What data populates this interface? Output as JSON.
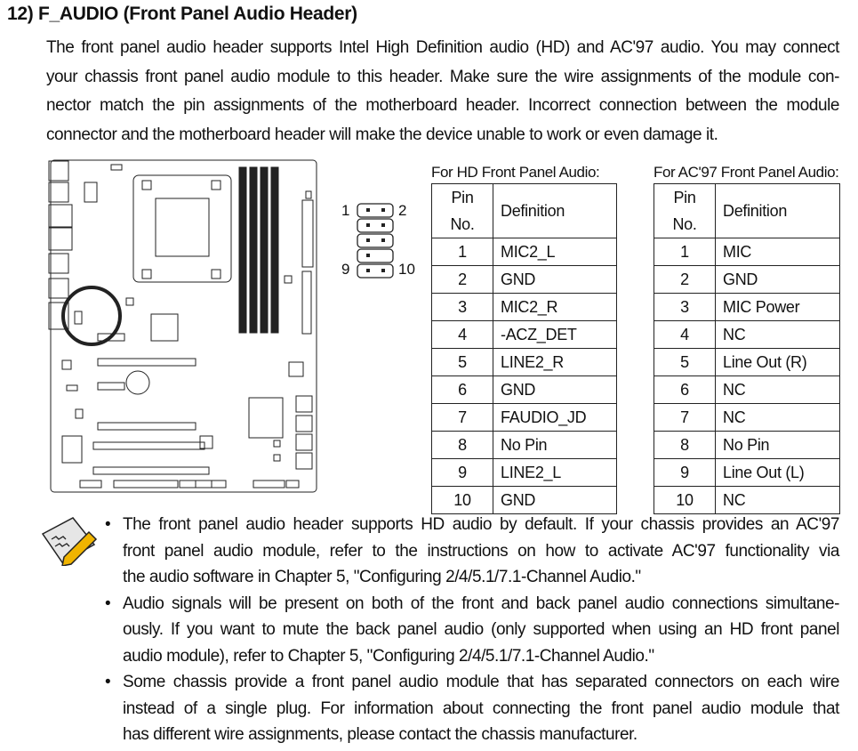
{
  "title": "12)  F_AUDIO (Front Panel Audio Header)",
  "intro_lines": [
    "The front panel audio header supports Intel High Definition audio (HD) and AC'97 audio. You may connect",
    "your chassis front panel audio module to this header. Make sure the wire assignments of the module con-",
    "nector match the pin assignments of the motherboard header. Incorrect connection between the module",
    "connector and the motherboard header will make the device unable to work or even damage it."
  ],
  "header_pins": {
    "top_left": "1",
    "top_right": "2",
    "bottom_left": "9",
    "bottom_right": "10"
  },
  "hd_table": {
    "caption": "For HD Front Panel Audio:",
    "headers": [
      "Pin No.",
      "Definition"
    ],
    "rows": [
      [
        "1",
        "MIC2_L"
      ],
      [
        "2",
        "GND"
      ],
      [
        "3",
        "MIC2_R"
      ],
      [
        "4",
        "-ACZ_DET"
      ],
      [
        "5",
        "LINE2_R"
      ],
      [
        "6",
        "GND"
      ],
      [
        "7",
        "FAUDIO_JD"
      ],
      [
        "8",
        "No Pin"
      ],
      [
        "9",
        "LINE2_L"
      ],
      [
        "10",
        "GND"
      ]
    ]
  },
  "ac97_table": {
    "caption": "For AC'97 Front Panel Audio:",
    "headers": [
      "Pin No.",
      "Definition"
    ],
    "rows": [
      [
        "1",
        "MIC"
      ],
      [
        "2",
        "GND"
      ],
      [
        "3",
        "MIC Power"
      ],
      [
        "4",
        "NC"
      ],
      [
        "5",
        "Line Out (R)"
      ],
      [
        "6",
        "NC"
      ],
      [
        "7",
        "NC"
      ],
      [
        "8",
        "No Pin"
      ],
      [
        "9",
        "Line Out (L)"
      ],
      [
        "10",
        "NC"
      ]
    ]
  },
  "notes": [
    {
      "bullet": "•",
      "lines": [
        "The front panel audio header supports HD audio by default. If your chassis provides an AC'97",
        "front panel audio module, refer to the instructions on how to activate AC'97 functionality via",
        "the audio software in Chapter 5, \"Configuring 2/4/5.1/7.1-Channel Audio.\""
      ]
    },
    {
      "bullet": "•",
      "lines": [
        "Audio signals will be present on both of the front and back panel audio connections simultane-",
        "ously. If you want to mute the back panel audio (only supported when using an HD front panel",
        "audio module), refer to Chapter 5, \"Configuring 2/4/5.1/7.1-Channel Audio.\""
      ]
    },
    {
      "bullet": "•",
      "lines": [
        "Some chassis provide a front panel audio module that has separated connectors on each wire",
        "instead of a single plug. For information about connecting the front panel audio module that",
        "has different wire assignments, please contact the chassis manufacturer."
      ]
    }
  ],
  "colors": {
    "pencil": "#f0b400",
    "paper": "#e6e6e6"
  }
}
